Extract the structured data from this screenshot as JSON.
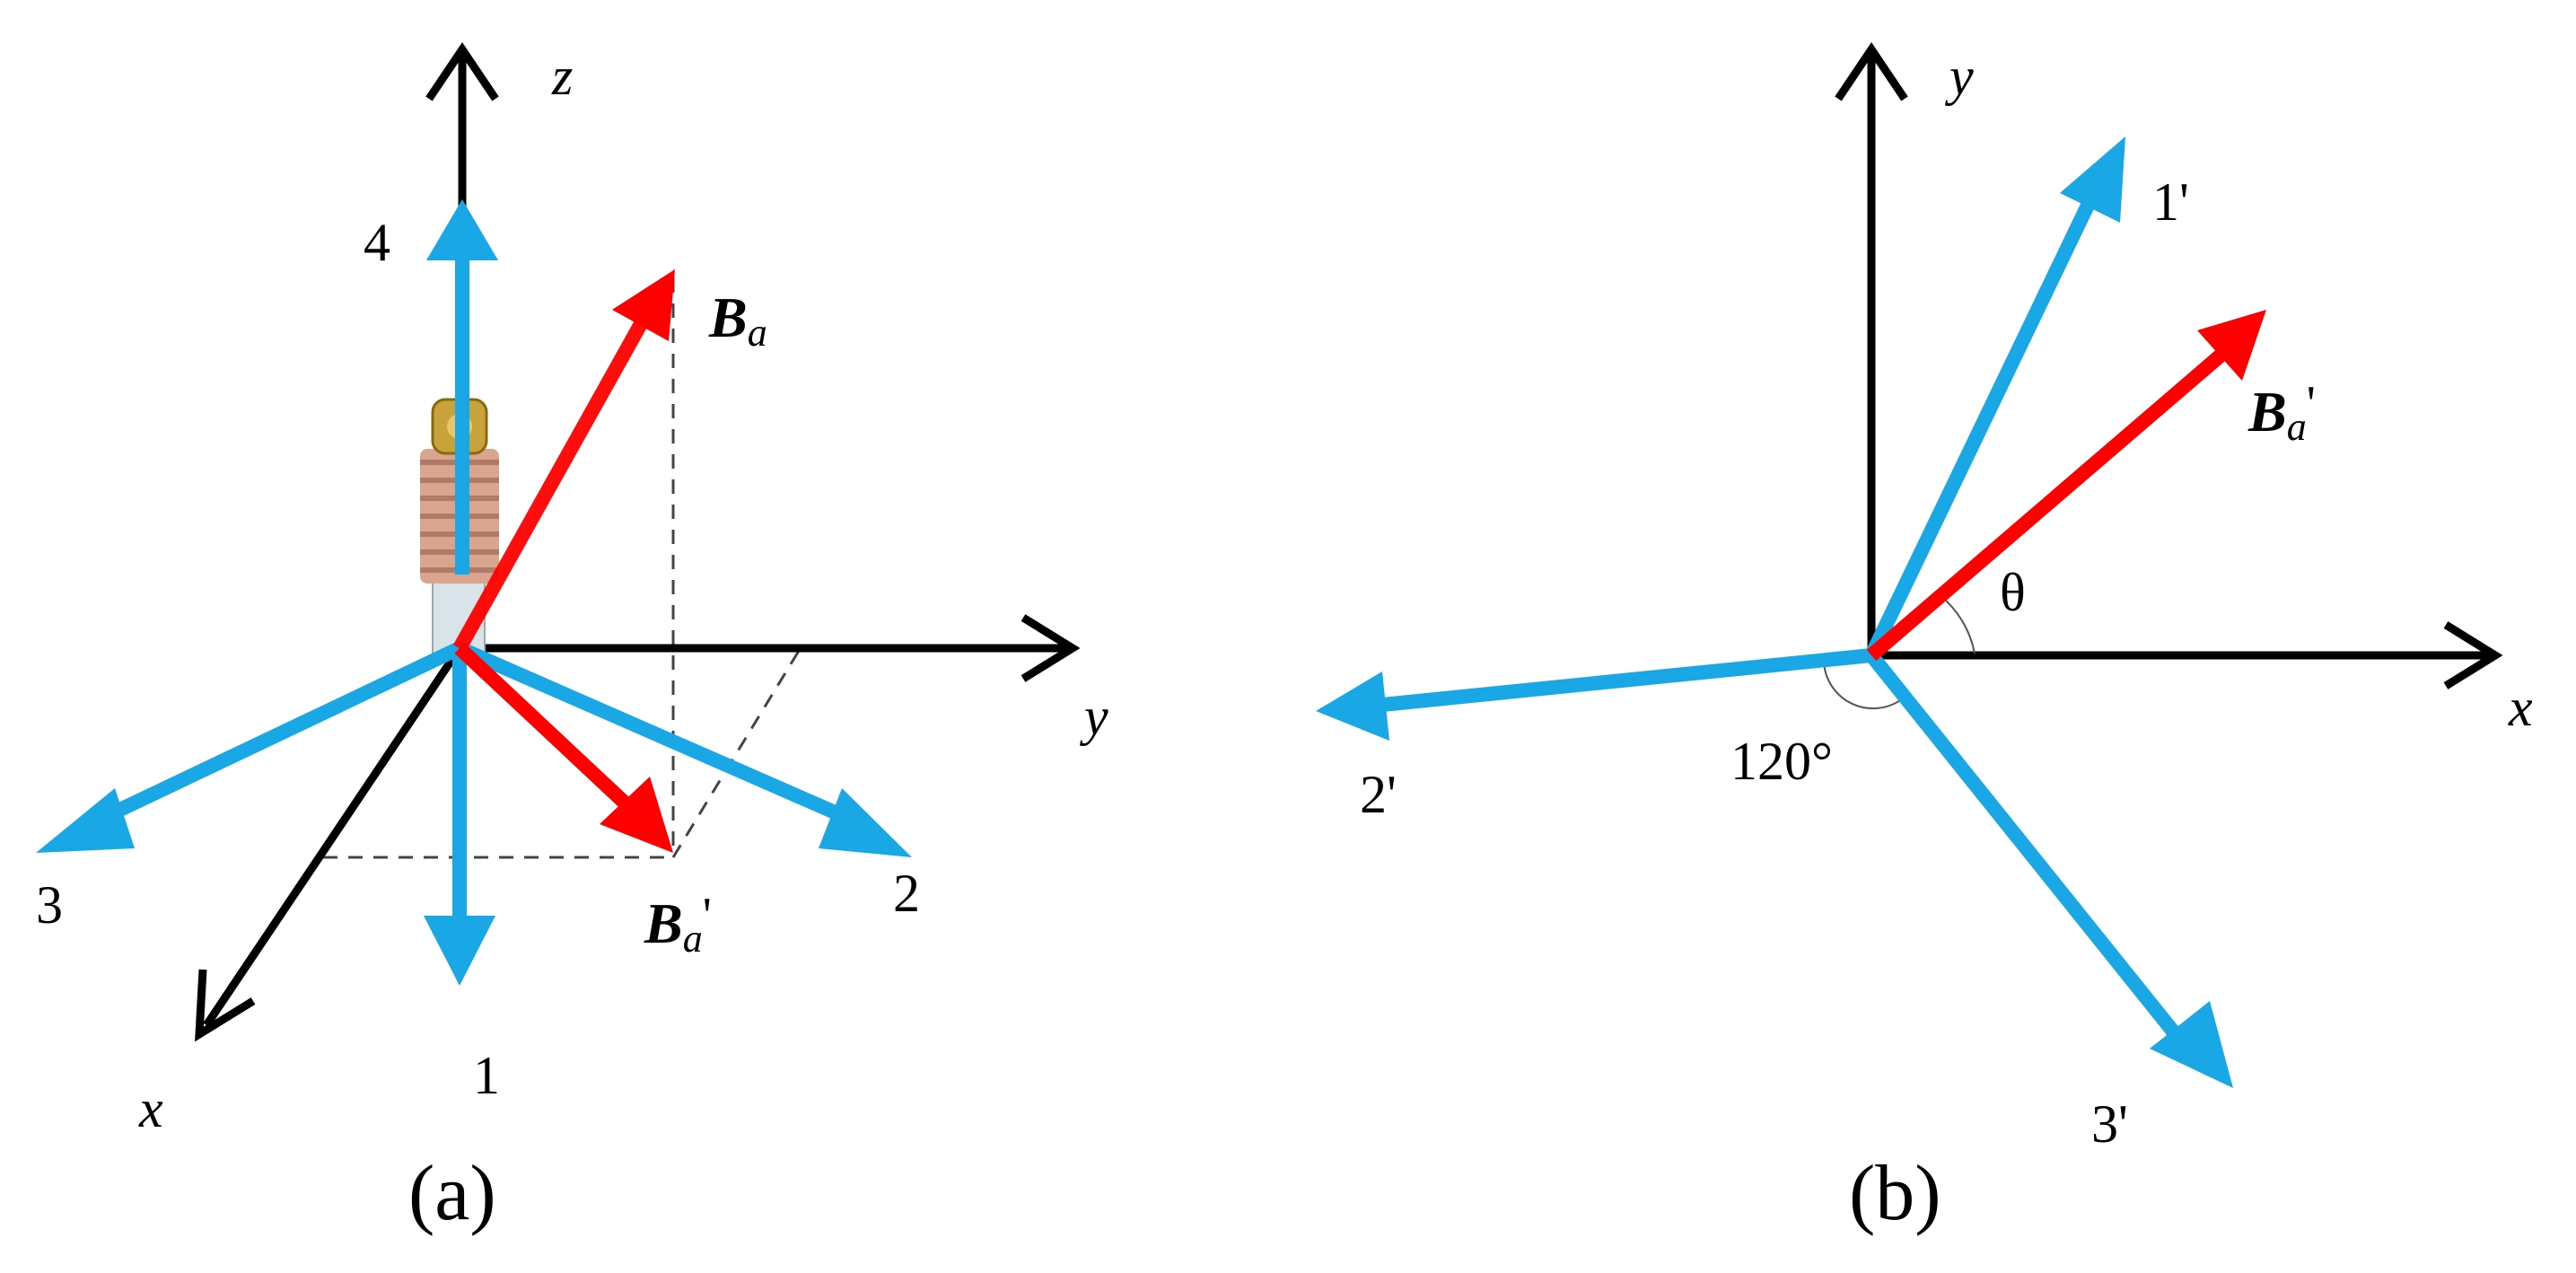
{
  "panel_a": {
    "caption": "(a)",
    "axes": {
      "x": "x",
      "y": "y",
      "z": "z"
    },
    "arrows": [
      "1",
      "2",
      "3",
      "4"
    ],
    "vector_B": {
      "main": "B",
      "sub": "a"
    },
    "vector_Bprime": {
      "main": "B",
      "sub": "a",
      "prime": "'"
    }
  },
  "panel_b": {
    "caption": "(b)",
    "axes": {
      "x": "x",
      "y": "y"
    },
    "arrows": [
      "1'",
      "2'",
      "3'"
    ],
    "vector_Bprime": {
      "main": "B",
      "sub": "a",
      "prime": "'"
    },
    "angle_theta": "θ",
    "angle_120": "120°"
  },
  "colors": {
    "axis": "#000000",
    "coil_arrow": "#1aa7e6",
    "field_arrow": "#ff0000",
    "dash": "#444444"
  }
}
